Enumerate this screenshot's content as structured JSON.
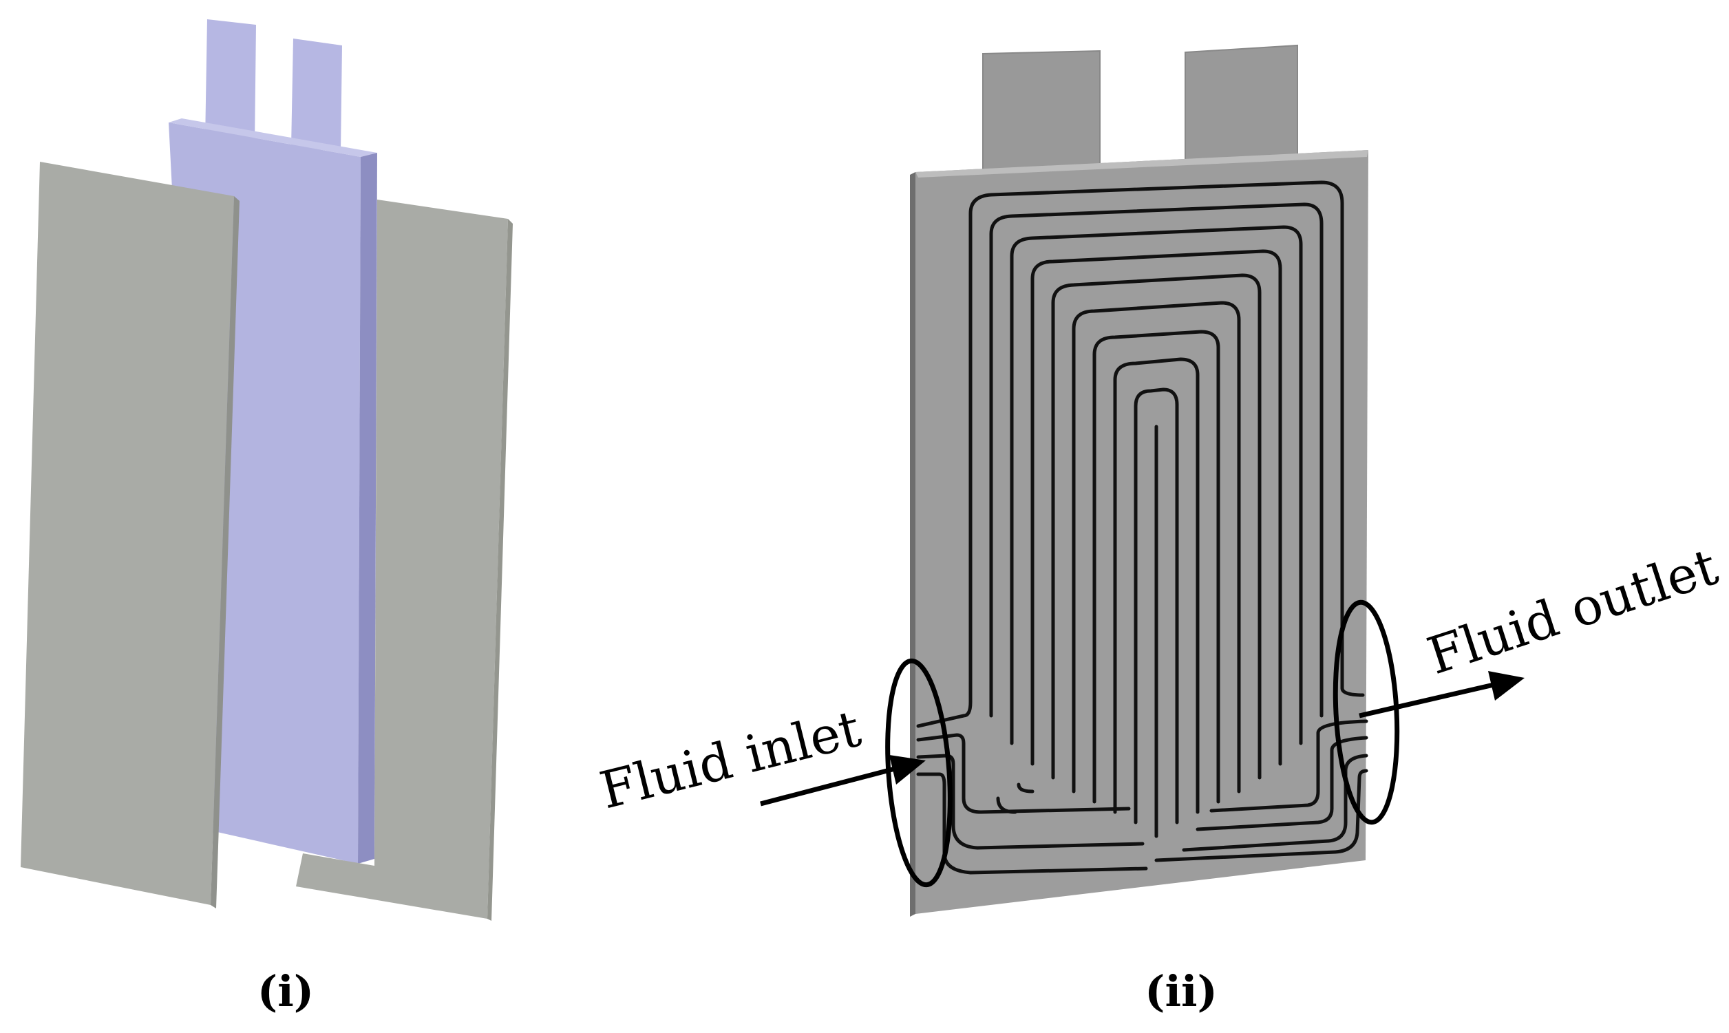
{
  "panels": {
    "left": {
      "caption": "(i)",
      "colors": {
        "plate": "#a9aba6",
        "plate_edge": "#8f918c",
        "cell_face": "#b3b4e0",
        "cell_side": "#8d8ec2",
        "tab": "#b6b7e3"
      }
    },
    "right": {
      "caption": "(ii)",
      "inlet_label": "Fluid inlet",
      "outlet_label": "Fluid outlet",
      "colors": {
        "plate": "#9d9d9d",
        "plate_edge": "#6e6e6e",
        "tab": "#999999",
        "channel": "#111111",
        "annotation": "#000000"
      }
    }
  }
}
